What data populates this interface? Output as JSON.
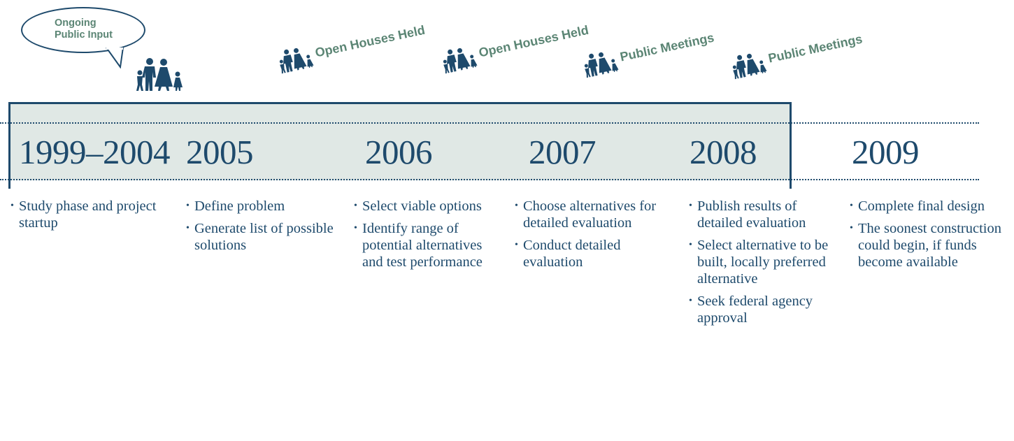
{
  "bubble": {
    "line1": "Ongoing",
    "line2": "Public Input"
  },
  "events": [
    {
      "label": "Open Houses Held"
    },
    {
      "label": "Open Houses Held"
    },
    {
      "label": "Public Meetings"
    },
    {
      "label": "Public Meetings"
    }
  ],
  "years": [
    "1999–2004",
    "2005",
    "2006",
    "2007",
    "2008",
    "2009"
  ],
  "columns": [
    {
      "items": [
        "Study phase and project startup"
      ]
    },
    {
      "items": [
        "Define problem",
        "Generate list of possible solutions"
      ]
    },
    {
      "items": [
        "Select viable options",
        "Identify range of potential alternatives and test performance"
      ]
    },
    {
      "items": [
        "Choose alternatives for detailed evaluation",
        "Conduct detailed evaluation"
      ]
    },
    {
      "items": [
        "Publish results of detailed evaluation",
        "Select alternative to be built, locally preferred alternative",
        "Seek federal agency approval"
      ]
    },
    {
      "items": [
        "Complete final design",
        "The soonest construction could begin, if funds become available"
      ]
    }
  ],
  "colors": {
    "navy": "#1e4a6c",
    "band": "#e0e8e5",
    "accent": "#5b8574"
  },
  "icons": [
    "family-icon",
    "speech-bubble-icon",
    "bullet-icon"
  ]
}
